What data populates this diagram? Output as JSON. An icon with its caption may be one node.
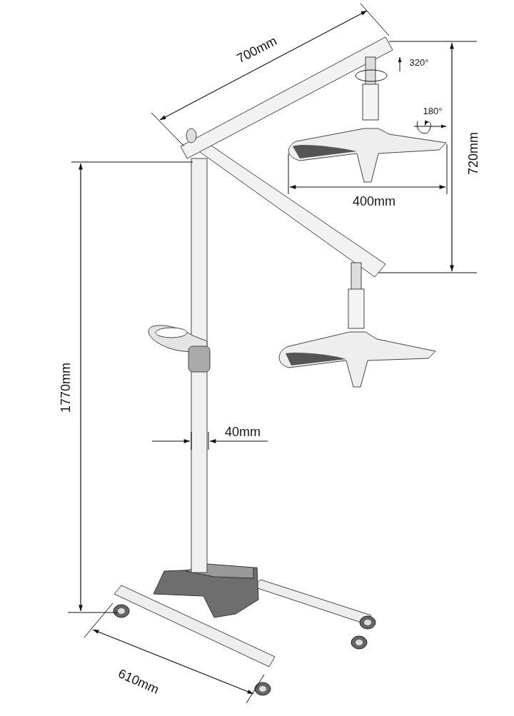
{
  "diagram": {
    "labels": [
      "700mm",
      "320°",
      "180°",
      "400mm",
      "720mm",
      "1770mm",
      "40mm",
      "610mm"
    ]
  }
}
